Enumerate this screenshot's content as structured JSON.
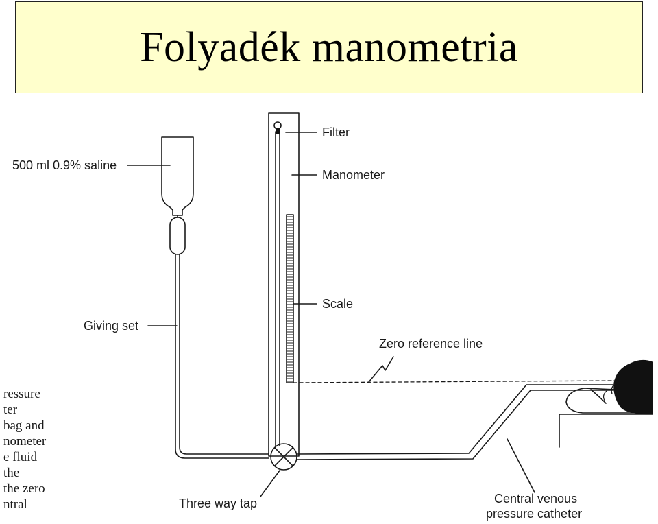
{
  "slide": {
    "title": "Folyadék manometria"
  },
  "labels": {
    "saline": "500 ml 0.9% saline",
    "filter": "Filter",
    "manometer": "Manometer",
    "scale": "Scale",
    "giving_set": "Giving set",
    "zero_reference": "Zero reference line",
    "three_way_tap": "Three way tap",
    "cvp_catheter_line1": "Central venous",
    "cvp_catheter_line2": "pressure catheter"
  },
  "side_text": [
    "ressure",
    "ter",
    "bag and",
    "nometer",
    "e fluid",
    "the",
    "the zero",
    "ntral"
  ],
  "colors": {
    "title_bg": "#ffffcc",
    "line": "#1a1a1a",
    "head_fill": "#111111"
  }
}
